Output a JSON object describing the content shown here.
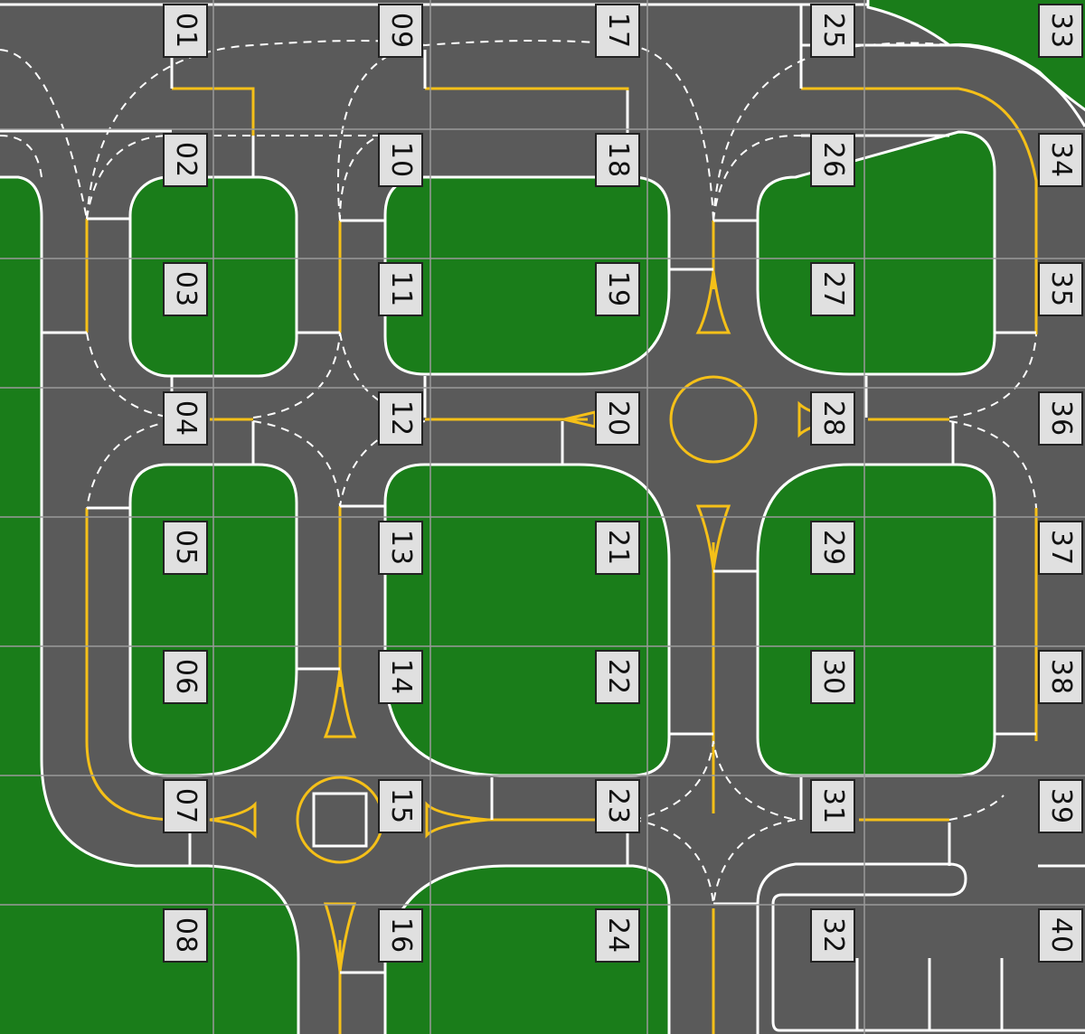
{
  "colors": {
    "road": "#5a5a5a",
    "grass": "#1a7d1a",
    "lane_marking": "#ffffff",
    "center_line": "#f5c018",
    "grid_line": "#9a9a9a",
    "label_bg": "#e0e0e0"
  },
  "tiles": {
    "columns": 5,
    "rows": 8,
    "labels": [
      "01",
      "02",
      "03",
      "04",
      "05",
      "06",
      "07",
      "08",
      "09",
      "10",
      "11",
      "12",
      "13",
      "14",
      "15",
      "16",
      "17",
      "18",
      "19",
      "20",
      "21",
      "22",
      "23",
      "24",
      "25",
      "26",
      "27",
      "28",
      "29",
      "30",
      "31",
      "32",
      "33",
      "34",
      "35",
      "36",
      "37",
      "38",
      "39",
      "40"
    ]
  }
}
